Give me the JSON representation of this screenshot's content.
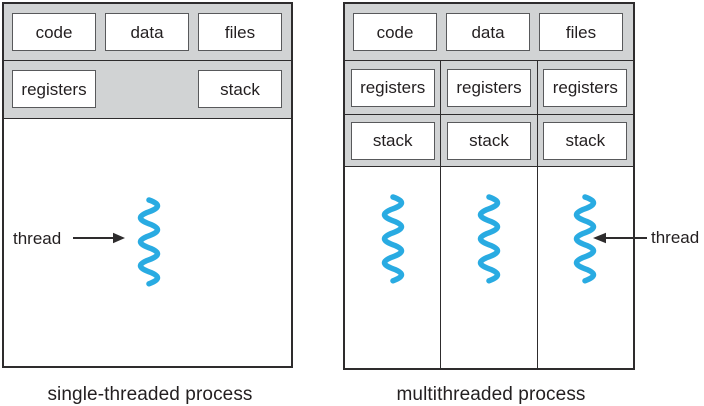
{
  "colors": {
    "background": "#ffffff",
    "band_gray": "#d1d3d4",
    "outline_dark": "#2e2c2d",
    "inner_box_border": "#58595b",
    "thread_blue": "#29abe2",
    "text": "#231f20"
  },
  "left": {
    "caption": "single-threaded process",
    "boxes": {
      "code": "code",
      "data": "data",
      "files": "files",
      "registers": "registers",
      "stack": "stack"
    },
    "thread_label": "thread"
  },
  "right": {
    "caption": "multithreaded process",
    "boxes": {
      "code": "code",
      "data": "data",
      "files": "files"
    },
    "columns": [
      {
        "registers": "registers",
        "stack": "stack"
      },
      {
        "registers": "registers",
        "stack": "stack"
      },
      {
        "registers": "registers",
        "stack": "stack"
      }
    ],
    "thread_label": "thread"
  }
}
